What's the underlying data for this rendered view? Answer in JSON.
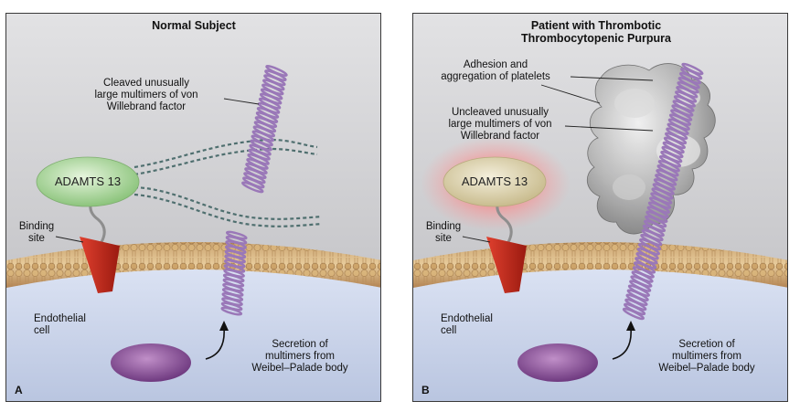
{
  "panel_a": {
    "letter": "A",
    "title": "Normal Subject",
    "cleaved": [
      "Cleaved unusually",
      "large multimers of von",
      "Willebrand factor"
    ],
    "enzyme": "ADAMTS 13",
    "binding": [
      "Binding",
      "site"
    ],
    "cell": [
      "Endothelial",
      "cell"
    ],
    "secretion": [
      "Secretion of",
      "multimers from",
      "Weibel–Palade body"
    ]
  },
  "panel_b": {
    "letter": "B",
    "title": [
      "Patient with Thrombotic",
      "Thrombocytopenic Purpura"
    ],
    "adhesion": [
      "Adhesion and",
      "aggregation of platelets"
    ],
    "uncleaved": [
      "Uncleaved unusually",
      "large multimers of von",
      "Willebrand factor"
    ],
    "enzyme": "ADAMTS 13",
    "binding": [
      "Binding",
      "site"
    ],
    "cell": [
      "Endothelial",
      "cell"
    ],
    "secretion": [
      "Secretion of",
      "multimers from",
      "Weibel–Palade body"
    ]
  },
  "colors": {
    "background_top": "#c9c9cd",
    "membrane": "#c8a06e",
    "cell_interior": "#cfd8ee",
    "coil": "#9a78b8",
    "enzyme_normal": "#a8d49a",
    "enzyme_patient": "#d8cfa8",
    "glow": "#ff8080",
    "receptor": "#c0281c",
    "platelets": "#a6a6a6",
    "vesicle": "#8a4c98"
  }
}
